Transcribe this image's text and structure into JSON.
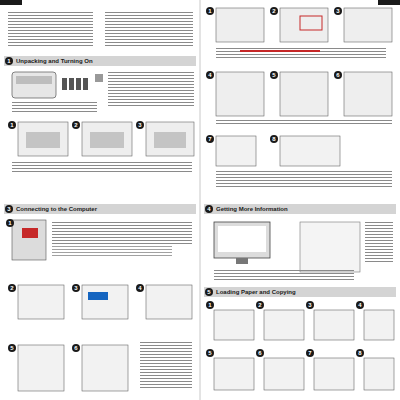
{
  "diagram": {
    "nodes": [
      {
        "text": [
          "1",
          "Unpacking and Turning On"
        ]
      },
      {
        "text": [
          "3",
          "Connecting to the Computer"
        ]
      },
      {
        "text": [
          "4",
          "Getting More Information"
        ]
      },
      {
        "text": [
          "5",
          "Loading Paper and Copying"
        ]
      }
    ],
    "labels": [
      "1",
      "2",
      "3",
      "1",
      "2",
      "3",
      "4",
      "5",
      "6",
      "7",
      "8",
      "1",
      "2",
      "3",
      "4",
      "5",
      "6",
      "1",
      "2",
      "3",
      "4",
      "5",
      "6",
      "7",
      "8"
    ]
  }
}
